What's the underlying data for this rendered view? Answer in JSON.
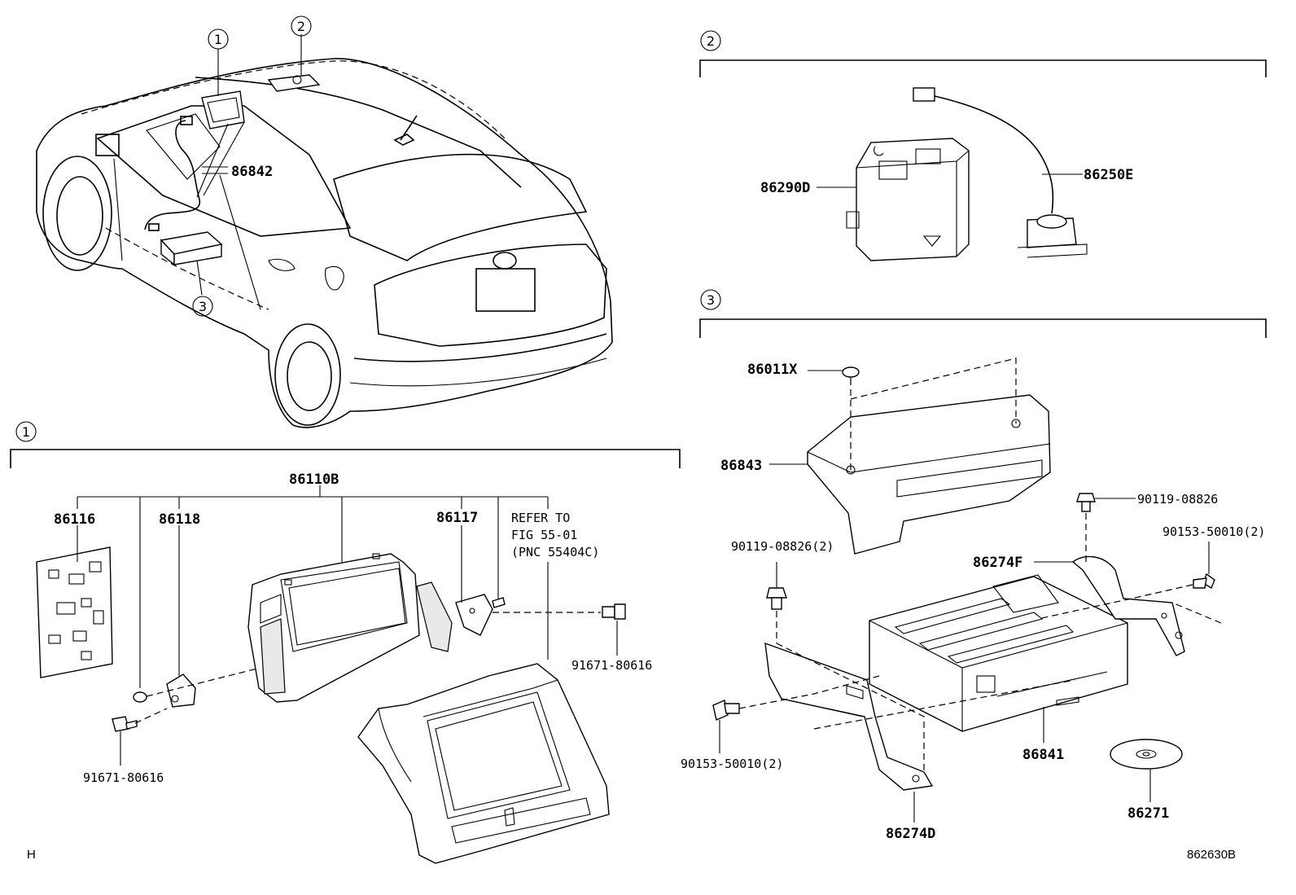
{
  "callouts": {
    "one": "1",
    "two": "2",
    "three": "3"
  },
  "parts": {
    "p86842": "86842",
    "p86290D": "86290D",
    "p86250E": "86250E",
    "p86011X": "86011X",
    "p86843": "86843",
    "p90119_08826_top": "90119-08826",
    "p90153_50010_2_right": "90153-50010(2)",
    "p90119_08826_2": "90119-08826(2)",
    "p86274F": "86274F",
    "p90153_50010_2_left": "90153-50010(2)",
    "p86841": "86841",
    "p86274D": "86274D",
    "p86271": "86271",
    "p86110B": "86110B",
    "p86116": "86116",
    "p86118": "86118",
    "p86117": "86117",
    "p91671_80616_right": "91671-80616",
    "p91671_80616_left": "91671-80616"
  },
  "refer": {
    "line1": "REFER TO",
    "line2": "FIG 55-01",
    "line3": "(PNC 55404C)"
  },
  "footer": {
    "left_code": "H",
    "figure_id": "862630B"
  }
}
